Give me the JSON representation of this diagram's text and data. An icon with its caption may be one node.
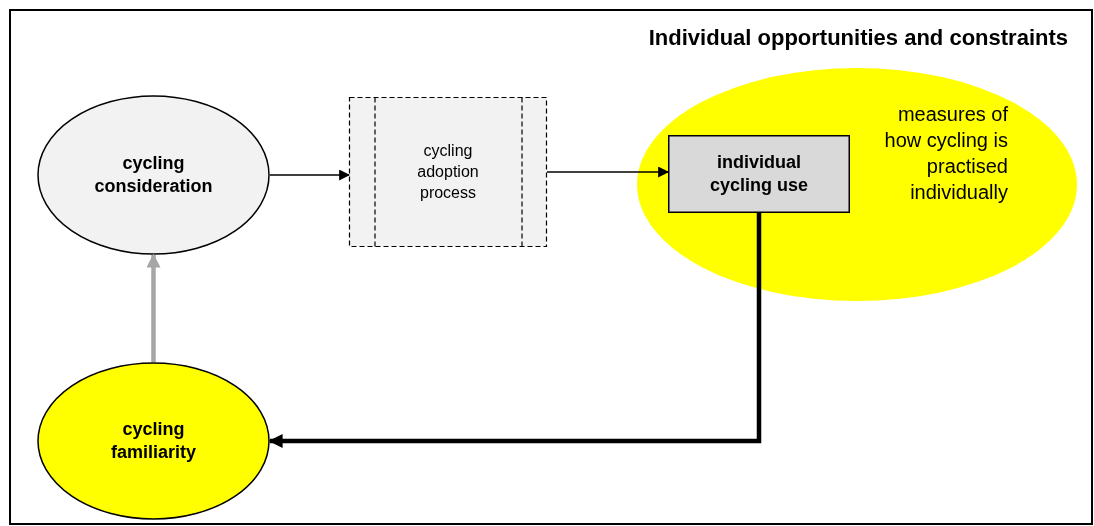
{
  "diagram": {
    "nodes": [
      {
        "text": [
          "Individual opportunities and constraints"
        ]
      },
      {
        "text": [
          "cycling consideration"
        ],
        "in": 0
      },
      {
        "text": [
          "cycling adoption process"
        ],
        "in": 0
      },
      {
        "text": [
          "measures of how cycling is practised individually"
        ],
        "in": 0
      },
      {
        "text": [
          "individual cycling use"
        ],
        "in": 3
      },
      {
        "text": [
          "cycling familiarity"
        ],
        "in": 0
      }
    ],
    "edges": [
      {
        "from": 1,
        "to": 2,
        "arrow": "to"
      },
      {
        "from": 2,
        "to": 4,
        "arrow": "to"
      },
      {
        "from": 4,
        "to": 5,
        "arrow": "to",
        "style": "thick"
      },
      {
        "from": 5,
        "to": 1,
        "arrow": "to",
        "style": "thick",
        "color": "#a6a6a6"
      }
    ]
  }
}
